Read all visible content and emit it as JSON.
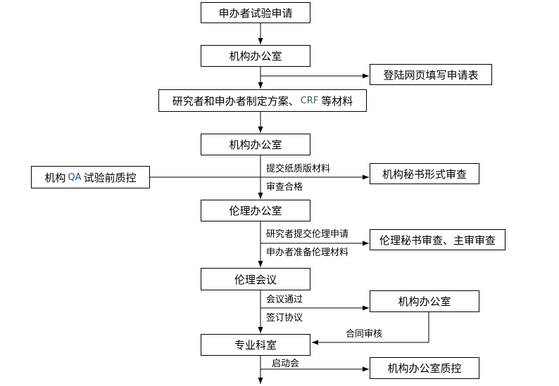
{
  "nodes": {
    "sponsor_application": "申办者试验申请",
    "office_1": "机构办公室",
    "online_form": "登陆网页填写申请表",
    "protocol_pre": "研究者和申办者制定方案、",
    "protocol_crf": "CRF",
    "protocol_post": "等材料",
    "office_2": "机构办公室",
    "qa_pre": "机构",
    "qa_qa": "QA",
    "qa_post": "试验前质控",
    "secretary_formal_review": "机构秘书形式审查",
    "ethics_office": "伦理办公室",
    "ethics_review": "伦理秘书审查、主审审查",
    "ethics_meeting": "伦理会议",
    "office_3": "机构办公室",
    "department": "专业科室",
    "office_qc": "机构办公室质控"
  },
  "labels": {
    "submit_paper": "提交纸质版材料",
    "review_pass": "审查合格",
    "submit_ethics": "研究者提交伦理申请",
    "prepare_ethics": "申办者准备伦理材料",
    "meeting_pass": "会议通过",
    "sign_agreement": "签订协议",
    "contract_review": "合同审核",
    "kickoff": "启动会"
  }
}
